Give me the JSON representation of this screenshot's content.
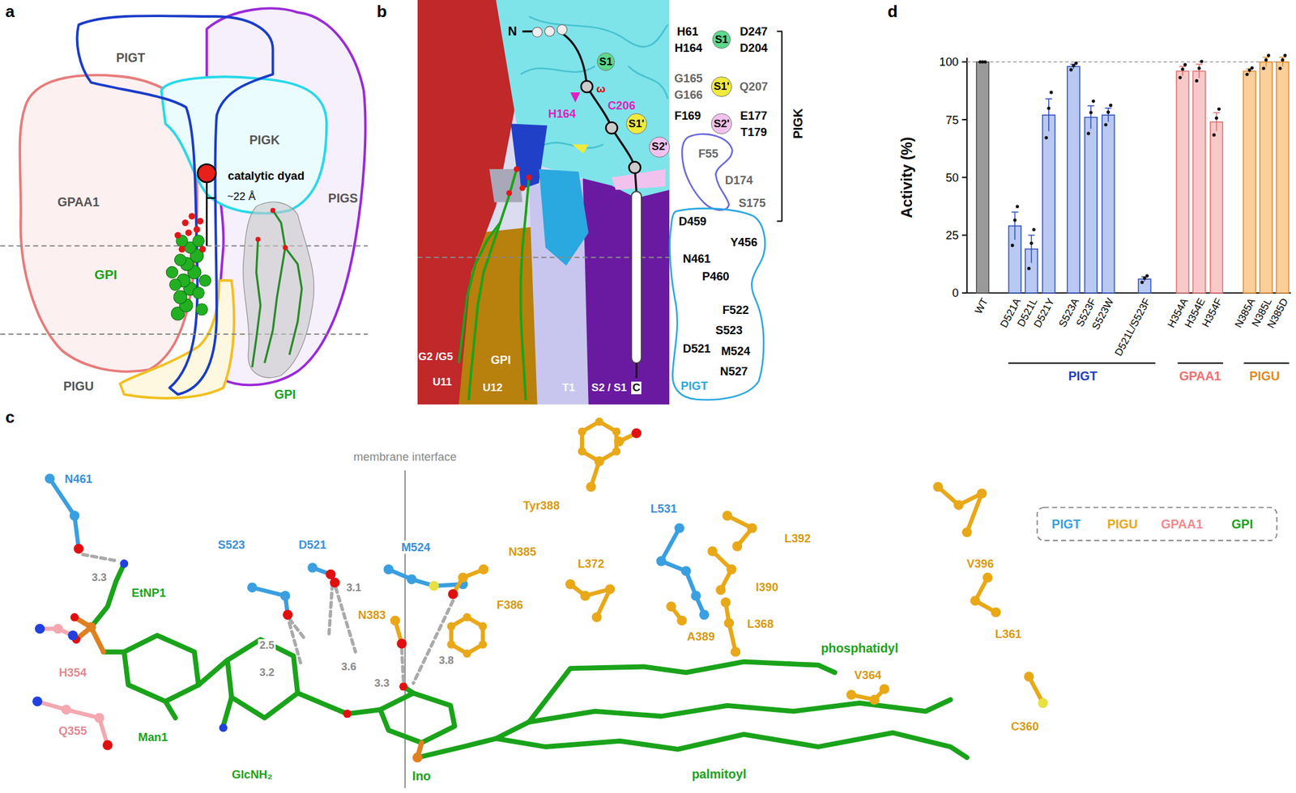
{
  "diagram": {
    "nodes": [
      {
        "text": [
          "PIGT"
        ]
      },
      {
        "text": [
          "PIGK"
        ]
      },
      {
        "text": [
          "PIGS"
        ]
      },
      {
        "text": [
          "GPAA1"
        ]
      },
      {
        "text": [
          "PIGU"
        ]
      },
      {
        "text": [
          "S1"
        ]
      },
      {
        "text": [
          "S1'"
        ]
      },
      {
        "text": [
          "S2'"
        ]
      },
      {
        "text": [
          "S1"
        ]
      },
      {
        "text": [
          "S1'"
        ]
      },
      {
        "text": [
          "S2'"
        ]
      }
    ],
    "labels": [
      "a",
      "catalytic dyad",
      "~22 Å",
      "GPI",
      "GPI",
      "b",
      "N",
      "ω",
      "C206",
      "H164",
      "C",
      "G2 /G5",
      "U11",
      "GPI",
      "U12",
      "T1",
      "S2 / S1",
      "H61",
      "H164",
      "D247",
      "D204",
      "G165",
      "G166",
      "Q207",
      "F169",
      "E177",
      "T179",
      "PIGK",
      "F55",
      "D174",
      "S175",
      "D459",
      "Y456",
      "N461",
      "P460",
      "F522",
      "S523",
      "D521",
      "M524",
      "N527",
      "PIGT",
      "d",
      "Activity (%)",
      "0",
      "25",
      "50",
      "75",
      "100",
      "WT",
      "D521A",
      "D521L",
      "D521Y",
      "S523A",
      "S523F",
      "S523W",
      "D521L/S523F",
      "H354A",
      "H354E",
      "H354F",
      "N385A",
      "N385L",
      "N385D",
      "PIGT",
      "GPAA1",
      "PIGU",
      "c",
      "membrane interface",
      "N461",
      "3.3",
      "EtNP1",
      "H354",
      "Q355",
      "Man1",
      "GlcNH₂",
      "S523",
      "D521",
      "3.1",
      "2.5",
      "3.2",
      "3.6",
      "M524",
      "N383",
      "3.3",
      "3.8",
      "N385",
      "Tyr388",
      "L372",
      "F386",
      "L531",
      "L392",
      "I390",
      "A389",
      "L368",
      "V396",
      "phosphatidyl",
      "L361",
      "V364",
      "C360",
      "Ino",
      "palmitoyl"
    ],
    "legend": [
      {
        "text": "PIGT",
        "color": "#3a9fe0"
      },
      {
        "text": "PIGU",
        "color": "#e8a818"
      },
      {
        "text": "GPAA1",
        "color": "#f08a90"
      },
      {
        "text": "GPI",
        "color": "#1aa31a"
      }
    ]
  }
}
